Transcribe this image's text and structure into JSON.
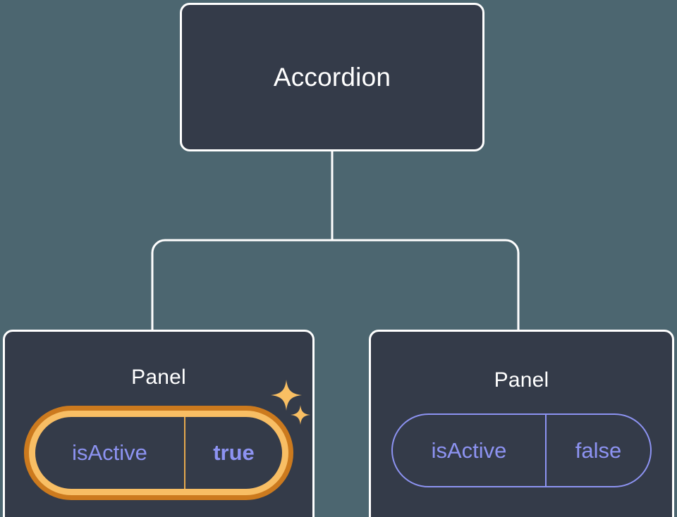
{
  "canvas": {
    "background_color": "#4C6670",
    "node_fill_color": "#343B49",
    "node_border_color": "#FFFFFF",
    "connector_color": "#FFFFFF",
    "prop_text_color": "#8D93F2",
    "highlight_ring_color": "#F8BE64",
    "highlight_glow_color": "#CC7A1E",
    "sparkle_color": "#F9BF63"
  },
  "tree": {
    "root": {
      "title": "Accordion"
    },
    "children": [
      {
        "title": "Panel",
        "highlighted": true,
        "prop": {
          "key": "isActive",
          "value": "true"
        }
      },
      {
        "title": "Panel",
        "highlighted": false,
        "prop": {
          "key": "isActive",
          "value": "false"
        }
      }
    ]
  }
}
